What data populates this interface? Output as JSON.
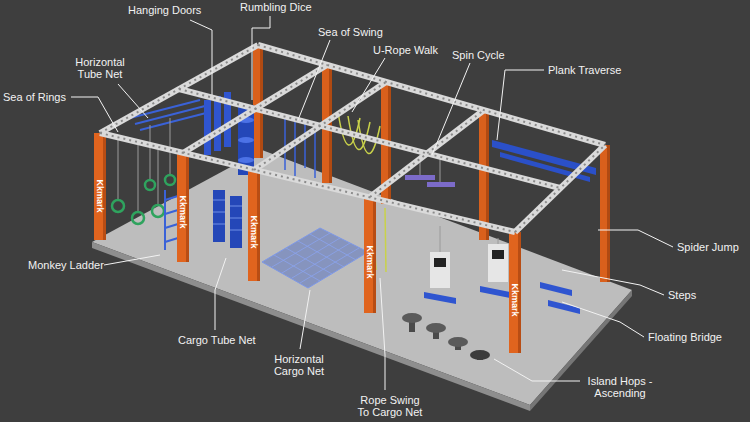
{
  "diagram": {
    "labels": [
      "Hanging Doors",
      "Rumbling Dice",
      "Sea of Swing",
      "U-Rope Walk",
      "Spin Cycle",
      "Plank Traverse",
      "Horizontal Tube Net",
      "Sea of Rings",
      "Spider Jump",
      "Monkey Ladder",
      "Steps",
      "Cargo Tube Net",
      "Floating Bridge",
      "Horizontal Cargo Net",
      "Rope Swing To Cargo Net",
      "Island Hops - Ascending",
      "Kkmark",
      "Kkmark",
      "Kkmark",
      "Kkmark",
      "Kkmark"
    ]
  }
}
